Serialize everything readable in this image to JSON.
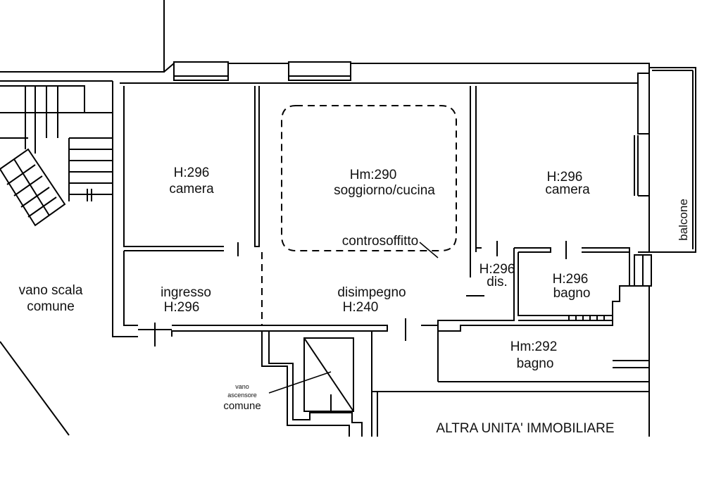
{
  "rooms": {
    "camera_left": {
      "height": "H:296",
      "name": "camera"
    },
    "soggiorno": {
      "height": "Hm:290",
      "name": "soggiorno/cucina",
      "note": "controsoffitto"
    },
    "camera_right": {
      "height": "H:296",
      "name": "camera"
    },
    "vano_scala": {
      "line1": "vano scala",
      "line2": "comune"
    },
    "ingresso": {
      "name": "ingresso",
      "height": "H:296"
    },
    "disimpegno": {
      "name": "disimpegno",
      "height": "H:240"
    },
    "dis": {
      "height": "H:296",
      "name": "dis."
    },
    "bagno_small": {
      "height": "H:296",
      "name": "bagno"
    },
    "bagno_large": {
      "height": "Hm:292",
      "name": "bagno"
    },
    "balcone": {
      "name": "balcone"
    },
    "ascensore": {
      "line1": "vano",
      "line2": "ascensore",
      "line3": "comune"
    },
    "altra_unita": {
      "name": "ALTRA UNITA' IMMOBILIARE"
    }
  },
  "colors": {
    "ink": "#000000",
    "paper": "#ffffff"
  }
}
